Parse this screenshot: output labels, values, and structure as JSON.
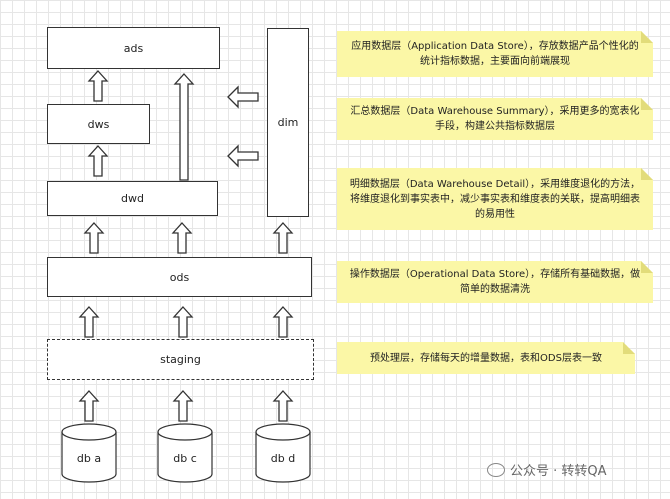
{
  "layers": {
    "ads": "ads",
    "dws": "dws",
    "dwd": "dwd",
    "dim": "dim",
    "ods": "ods",
    "staging": "staging"
  },
  "databases": [
    "db a",
    "db c",
    "db d"
  ],
  "notes": {
    "ads": "应用数据层（Application Data Store），存放数据产品个性化的统计指标数据，主要面向前端展现",
    "dws": "汇总数据层（Data Warehouse Summary），采用更多的宽表化手段，构建公共指标数据层",
    "dwd": "明细数据层（Data Warehouse Detail），采用维度退化的方法，将维度退化到事实表中，减少事实表和维度表的关联，提高明细表的易用性",
    "ods": "操作数据层（Operational Data Store），存储所有基础数据，做简单的数据清洗",
    "staging": "预处理层，存储每天的增量数据，表和ODS层表一致"
  },
  "watermark": "公众号 · 转转QA",
  "colors": {
    "note_bg": "#fbf7a6",
    "border": "#333333",
    "grid": "#e6e6e6"
  }
}
